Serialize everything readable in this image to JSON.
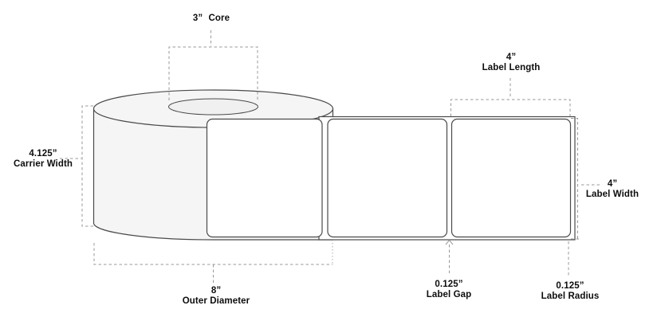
{
  "diagram": {
    "name": "Label roll dimension specification diagram"
  },
  "annotations": {
    "core": {
      "value": "3”",
      "label": "Core"
    },
    "label_length": {
      "value": "4”",
      "label": "Label Length"
    },
    "carrier_width": {
      "value": "4.125”",
      "label": "Carrier Width"
    },
    "label_width": {
      "value": "4”",
      "label": "Label Width"
    },
    "outer_diameter": {
      "value": "8”",
      "label": "Outer Diameter"
    },
    "label_gap": {
      "value": "0.125”",
      "label": "Label Gap"
    },
    "label_radius": {
      "value": "0.125”",
      "label": "Label Radius"
    }
  },
  "colors": {
    "stroke": "#4a4a4a",
    "dash": "#999999",
    "roll_fill": "#f5f5f5",
    "label_fill": "#ffffff",
    "text": "#0d0d0d"
  }
}
